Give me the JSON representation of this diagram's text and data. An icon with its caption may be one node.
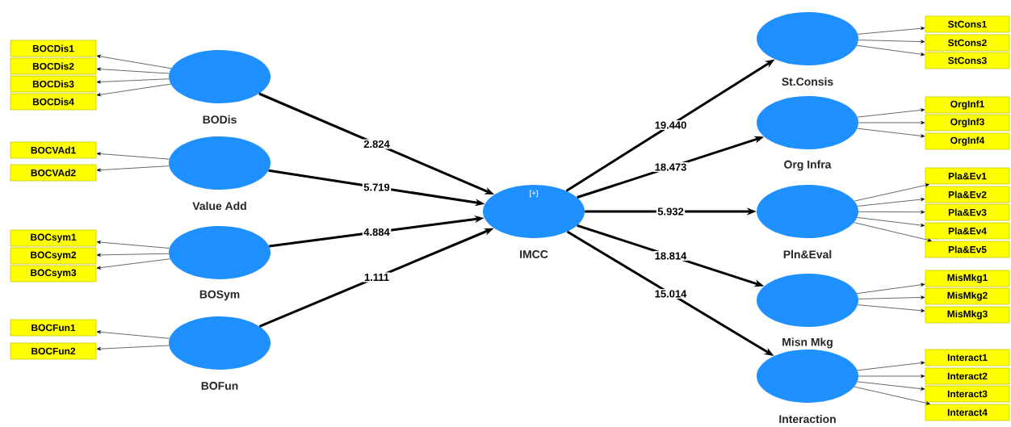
{
  "diagram": {
    "nodes": [
      {
        "text": [
          "BOCDis1"
        ]
      },
      {
        "text": [
          "BOCDis2"
        ]
      },
      {
        "text": [
          "BOCDis3"
        ]
      },
      {
        "text": [
          "BOCDis4"
        ]
      },
      {
        "text": [
          "BODis"
        ]
      },
      {
        "text": [
          "BOCVAd1"
        ]
      },
      {
        "text": [
          "BOCVAd2"
        ]
      },
      {
        "text": [
          "Value Add"
        ]
      },
      {
        "text": [
          "BOCsym1"
        ]
      },
      {
        "text": [
          "BOCsym2"
        ]
      },
      {
        "text": [
          "BOCsym3"
        ]
      },
      {
        "text": [
          "BOSym"
        ]
      },
      {
        "text": [
          "BOCFun1"
        ]
      },
      {
        "text": [
          "BOCFun2"
        ]
      },
      {
        "text": [
          "BOFun"
        ]
      },
      {
        "text": [
          "[+]",
          "IMCC"
        ]
      },
      {
        "text": [
          "St.Consis"
        ]
      },
      {
        "text": [
          "StCons1"
        ]
      },
      {
        "text": [
          "StCons2"
        ]
      },
      {
        "text": [
          "StCons3"
        ]
      },
      {
        "text": [
          "Org Infra"
        ]
      },
      {
        "text": [
          "OrgInf1"
        ]
      },
      {
        "text": [
          "OrgInf3"
        ]
      },
      {
        "text": [
          "OrgInf4"
        ]
      },
      {
        "text": [
          "Pln&Eval"
        ]
      },
      {
        "text": [
          "Pla&Ev1"
        ]
      },
      {
        "text": [
          "Pla&Ev2"
        ]
      },
      {
        "text": [
          "Pla&Ev3"
        ]
      },
      {
        "text": [
          "Pla&Ev4"
        ]
      },
      {
        "text": [
          "Pla&Ev5"
        ]
      },
      {
        "text": [
          "Misn Mkg"
        ]
      },
      {
        "text": [
          "MisMkg1"
        ]
      },
      {
        "text": [
          "MisMkg2"
        ]
      },
      {
        "text": [
          "MisMkg3"
        ]
      },
      {
        "text": [
          "Interaction"
        ]
      },
      {
        "text": [
          "Interact1"
        ]
      },
      {
        "text": [
          "Interact2"
        ]
      },
      {
        "text": [
          "Interact3"
        ]
      },
      {
        "text": [
          "Interact4"
        ]
      }
    ],
    "edges": [
      {
        "from": 4,
        "to": 0,
        "arrow": "to"
      },
      {
        "from": 4,
        "to": 1,
        "arrow": "to"
      },
      {
        "from": 4,
        "to": 2,
        "arrow": "to"
      },
      {
        "from": 4,
        "to": 3,
        "arrow": "to"
      },
      {
        "from": 7,
        "to": 5,
        "arrow": "to"
      },
      {
        "from": 7,
        "to": 6,
        "arrow": "to"
      },
      {
        "from": 11,
        "to": 8,
        "arrow": "to"
      },
      {
        "from": 11,
        "to": 9,
        "arrow": "to"
      },
      {
        "from": 11,
        "to": 10,
        "arrow": "to"
      },
      {
        "from": 14,
        "to": 12,
        "arrow": "to"
      },
      {
        "from": 14,
        "to": 13,
        "arrow": "to"
      },
      {
        "from": 4,
        "to": 15,
        "arrow": "to",
        "label": "2.824",
        "style": "thick"
      },
      {
        "from": 7,
        "to": 15,
        "arrow": "to",
        "label": "5.719",
        "style": "thick"
      },
      {
        "from": 11,
        "to": 15,
        "arrow": "to",
        "label": "4.884",
        "style": "thick"
      },
      {
        "from": 14,
        "to": 15,
        "arrow": "to",
        "label": "1.111",
        "style": "thick"
      },
      {
        "from": 15,
        "to": 16,
        "arrow": "to",
        "label": "19.440",
        "style": "thick"
      },
      {
        "from": 16,
        "to": 17,
        "arrow": "to"
      },
      {
        "from": 16,
        "to": 18,
        "arrow": "to"
      },
      {
        "from": 16,
        "to": 19,
        "arrow": "to"
      },
      {
        "from": 15,
        "to": 20,
        "arrow": "to",
        "label": "18.473",
        "style": "thick"
      },
      {
        "from": 20,
        "to": 21,
        "arrow": "to"
      },
      {
        "from": 20,
        "to": 22,
        "arrow": "to"
      },
      {
        "from": 20,
        "to": 23,
        "arrow": "to"
      },
      {
        "from": 15,
        "to": 24,
        "arrow": "to",
        "label": "5.932",
        "style": "thick"
      },
      {
        "from": 24,
        "to": 25,
        "arrow": "to"
      },
      {
        "from": 24,
        "to": 26,
        "arrow": "to"
      },
      {
        "from": 24,
        "to": 27,
        "arrow": "to"
      },
      {
        "from": 24,
        "to": 28,
        "arrow": "to"
      },
      {
        "from": 24,
        "to": 29,
        "arrow": "to"
      },
      {
        "from": 15,
        "to": 30,
        "arrow": "to",
        "label": "18.814",
        "style": "thick"
      },
      {
        "from": 30,
        "to": 31,
        "arrow": "to"
      },
      {
        "from": 30,
        "to": 32,
        "arrow": "to"
      },
      {
        "from": 30,
        "to": 33,
        "arrow": "to"
      },
      {
        "from": 15,
        "to": 34,
        "arrow": "to",
        "label": "15.014",
        "style": "thick"
      },
      {
        "from": 34,
        "to": 35,
        "arrow": "to"
      },
      {
        "from": 34,
        "to": 36,
        "arrow": "to"
      },
      {
        "from": 34,
        "to": 37,
        "arrow": "to"
      },
      {
        "from": 34,
        "to": 38,
        "arrow": "to"
      }
    ]
  }
}
